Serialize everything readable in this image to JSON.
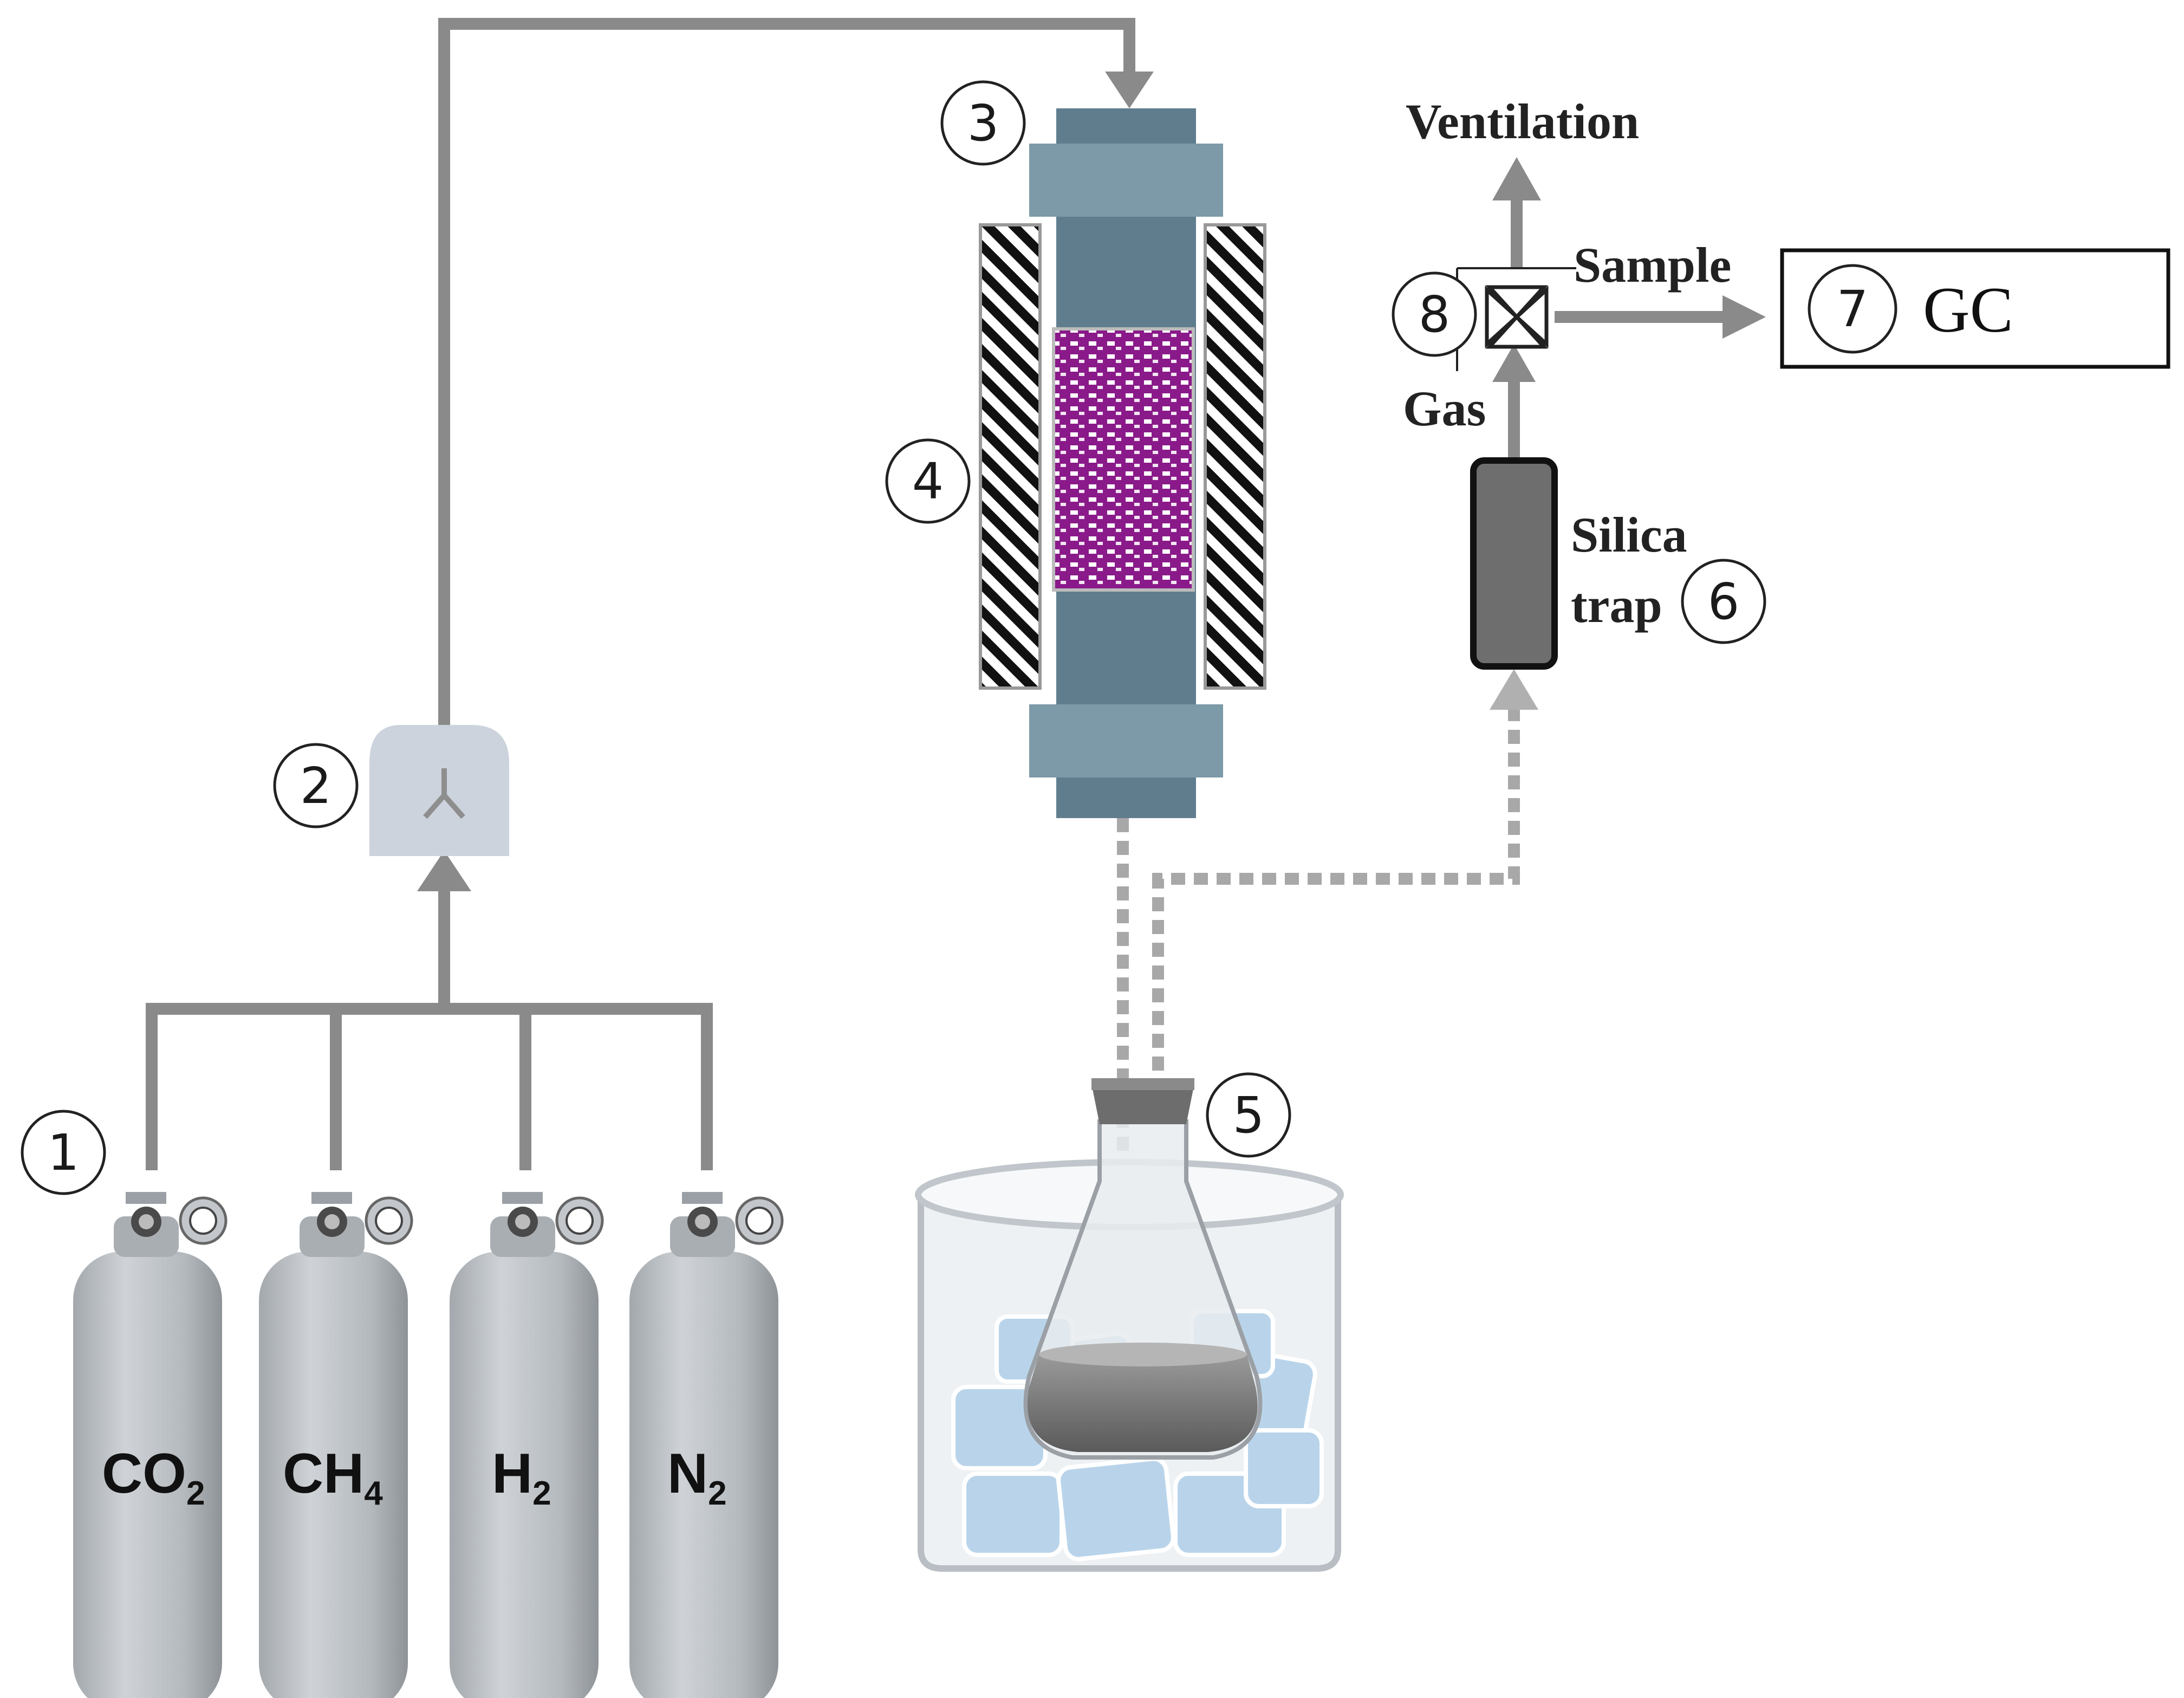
{
  "numbers": {
    "n1": "1",
    "n2": "2",
    "n3": "3",
    "n4": "4",
    "n5": "5",
    "n6": "6",
    "n7": "7",
    "n8": "8"
  },
  "labels": {
    "ventilation": "Ventilation",
    "sample": "Sample",
    "gas": "Gas",
    "silica_line1": "Silica",
    "silica_line2": "trap",
    "gc": "GC"
  },
  "cylinders": [
    {
      "main": "CO",
      "sub": "2"
    },
    {
      "main": "CH",
      "sub": "4"
    },
    {
      "main": "H",
      "sub": "2"
    },
    {
      "main": "N",
      "sub": "2"
    }
  ],
  "colors": {
    "pipe": "#8a8a8a",
    "dashed_pipe": "#a8a8a8",
    "reactor_body": "#5f7d8d",
    "reactor_cap": "#7c9aa8",
    "catalyst": "#8a1a8a",
    "cylinder": "#b8bcc0",
    "mixer": "#ccd3dc",
    "trap": "#6e6e6e",
    "ice": "#b9d4ea"
  }
}
